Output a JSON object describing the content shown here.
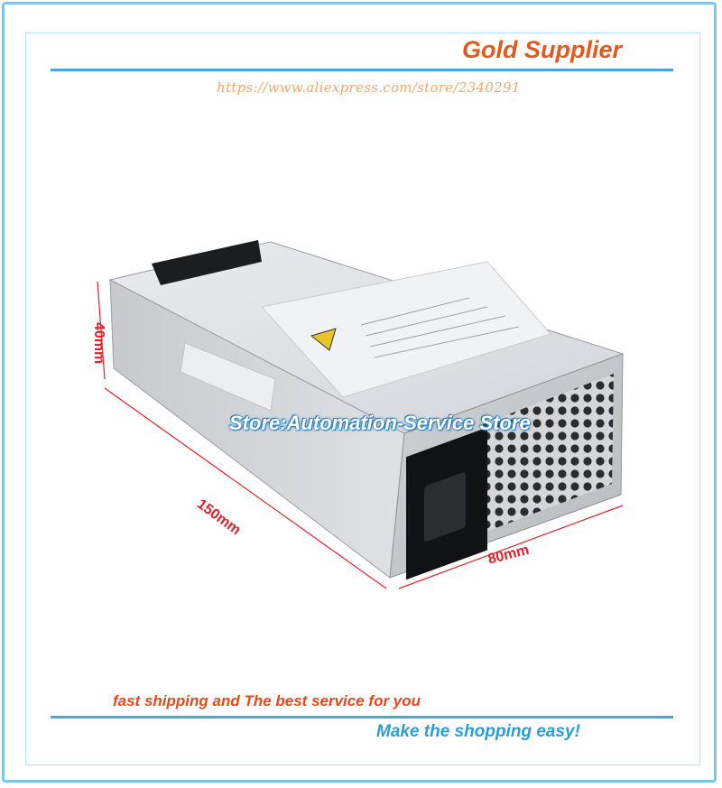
{
  "banner": {
    "title": "Gold Supplier",
    "url": "https://www.aliexpress.com/store/2340291"
  },
  "watermark": {
    "store_label": "Store:Automation-Service Store"
  },
  "dimensions": {
    "height": "40mm",
    "length": "150mm",
    "width": "80mm"
  },
  "footer": {
    "tagline": "fast shipping and The best service for you",
    "slogan": "Make the shopping easy!"
  },
  "colors": {
    "frame": "#7ec6e8",
    "accent_orange": "#e05a22",
    "accent_blue": "#2a9ed6",
    "dimension_red": "#e0202a"
  }
}
